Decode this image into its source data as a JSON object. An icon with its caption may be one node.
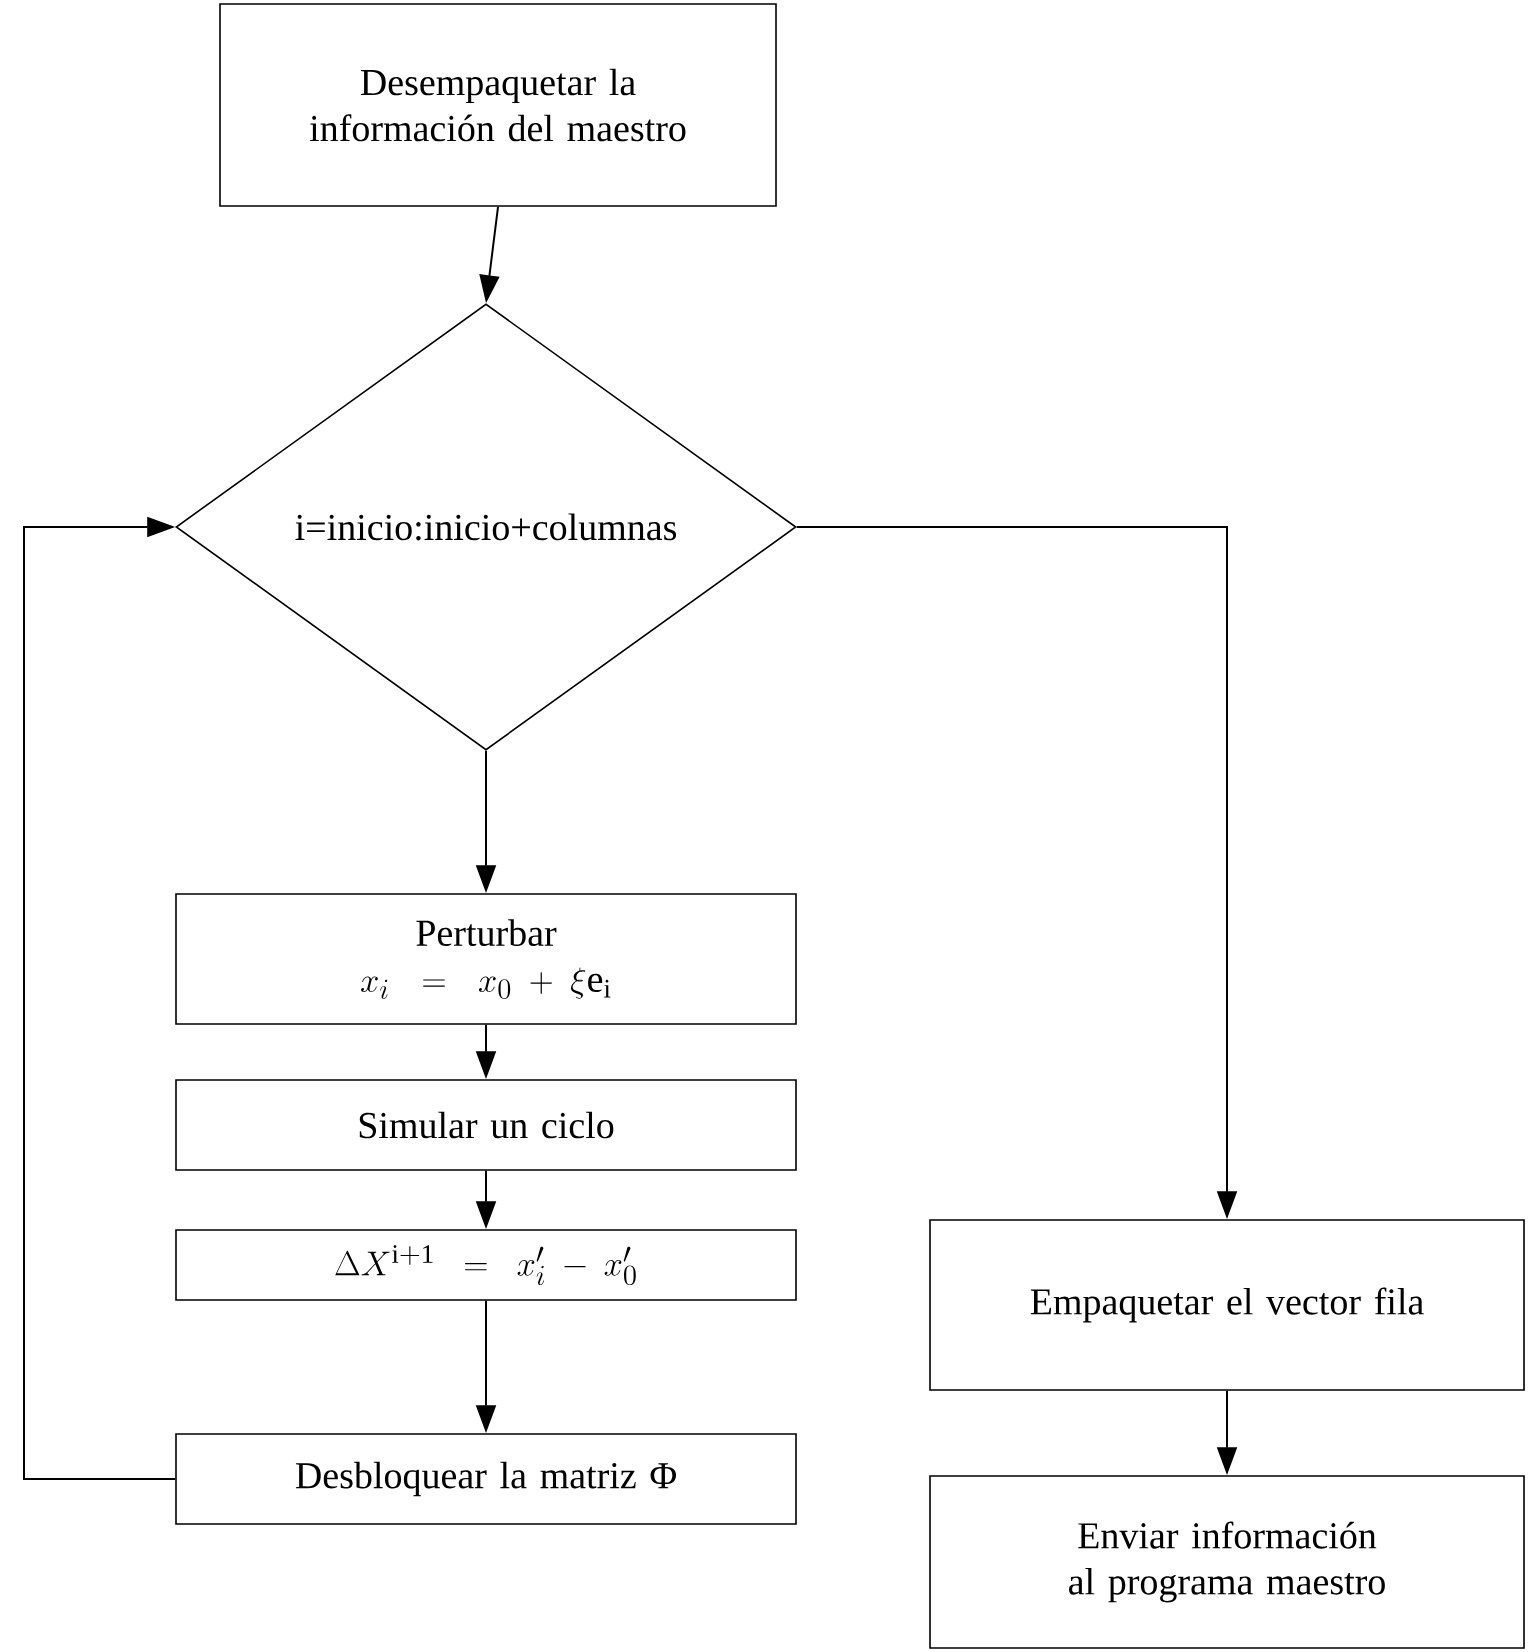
{
  "diagram": {
    "nodes": [
      {
        "text": [
          "Desempaquetar la información del maestro"
        ]
      },
      {
        "text": [
          "i=inicio:inicio+columnas"
        ]
      },
      {
        "text": [
          "Perturbar",
          "x_i = x_0 + \\xi \\mathrm{e}_{\\mathrm{i}}"
        ]
      },
      {
        "text": [
          "Simular un ciclo"
        ]
      },
      {
        "text": [
          "\\Delta X^{\\mathrm{i+1}} = x_i' - x_0'"
        ]
      },
      {
        "text": [
          "Desbloquear la matriz Φ"
        ]
      },
      {
        "text": [
          "Empaquetar el vector fila"
        ]
      },
      {
        "text": [
          "Enviar información al programa maestro"
        ]
      }
    ],
    "edges": [
      {
        "from": 0,
        "to": 1,
        "arrow": "to"
      },
      {
        "from": 1,
        "to": 2,
        "arrow": "to"
      },
      {
        "from": 2,
        "to": 3,
        "arrow": "to"
      },
      {
        "from": 3,
        "to": 4,
        "arrow": "to"
      },
      {
        "from": 4,
        "to": 5,
        "arrow": "to"
      },
      {
        "from": 5,
        "to": 1,
        "arrow": "to"
      },
      {
        "from": 1,
        "to": 6,
        "arrow": "to"
      },
      {
        "from": 6,
        "to": 7,
        "arrow": "to"
      }
    ]
  }
}
